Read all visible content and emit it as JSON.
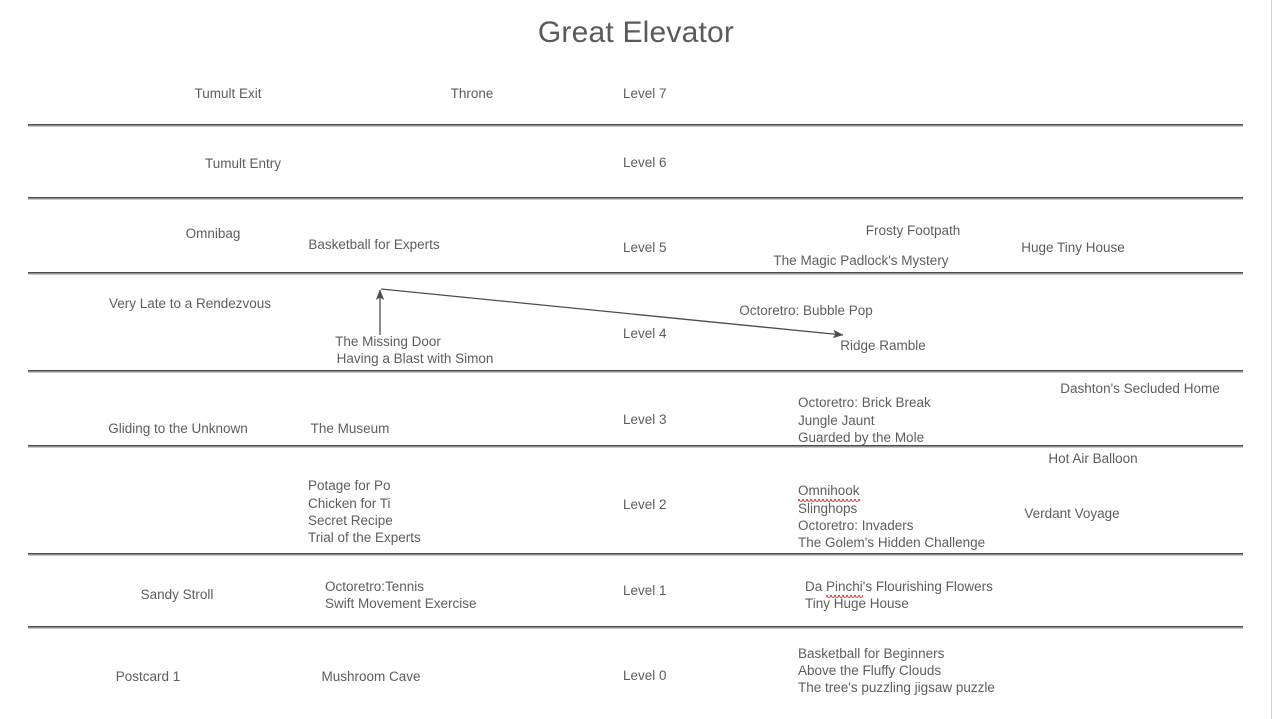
{
  "document": {
    "title": "Great Elevator"
  },
  "colors": {
    "text": "#5d5d5d",
    "title": "#5a5a5a",
    "rule": "#8d8d8d",
    "arrow": "#4d4d4d",
    "spellcheck_underline": "#e05a5a",
    "background": "#ffffff"
  },
  "levels": [
    {
      "label": "Level 7",
      "col1": [
        "Tumult Exit"
      ],
      "col2": [
        "Throne"
      ],
      "col4": [],
      "col5": []
    },
    {
      "label": "Level 6",
      "col1": [
        "Tumult Entry"
      ],
      "col2": [],
      "col4": [],
      "col5": []
    },
    {
      "label": "Level 5",
      "col1": [
        "Omnibag"
      ],
      "col2": [
        "Basketball for Experts"
      ],
      "col4": [
        "Frosty Footpath",
        "The Magic Padlock's Mystery"
      ],
      "col5": [
        "Huge Tiny House"
      ]
    },
    {
      "label": "Level 4",
      "col1": [
        "Very Late to a Rendezvous"
      ],
      "col2": [
        "The Missing Door",
        "Having a Blast with Simon"
      ],
      "col4": [
        "Octoretro: Bubble Pop",
        "Ridge Ramble"
      ],
      "col5": []
    },
    {
      "label": "Level 3",
      "col1": [
        "Gliding to the Unknown"
      ],
      "col2": [
        "The Museum"
      ],
      "col4": [
        "Octoretro: Brick Break",
        "Jungle Jaunt",
        "Guarded by the Mole"
      ],
      "col5": [
        "Dashton's Secluded Home"
      ]
    },
    {
      "label": "Level 2",
      "col1": [],
      "col2": [
        "Potage for Po",
        "Chicken for Ti",
        "Secret Recipe",
        "Trial of the Experts"
      ],
      "col4": [
        "Omnihook",
        "Slinghops",
        "Octoretro: Invaders",
        "The Golem's Hidden Challenge"
      ],
      "col5": [
        "Hot Air Balloon",
        "Verdant Voyage"
      ]
    },
    {
      "label": "Level 1",
      "col1": [
        "Sandy Stroll"
      ],
      "col2": [
        "Octoretro:Tennis",
        "Swift Movement Exercise"
      ],
      "col4": [
        "Da Pinchi's Flourishing Flowers",
        "Tiny Huge House"
      ],
      "col5": []
    },
    {
      "label": "Level 0",
      "col1": [
        "Postcard 1"
      ],
      "col2": [
        "Mushroom Cave"
      ],
      "col4": [
        "Basketball for Beginners",
        "Above the Fluffy Clouds",
        "The tree's puzzling jigsaw puzzle"
      ],
      "col5": []
    }
  ],
  "cells": {
    "tumult_exit": "Tumult Exit",
    "throne": "Throne",
    "level7": "Level 7",
    "tumult_entry": "Tumult Entry",
    "level6": "Level 6",
    "omnibag": "Omnibag",
    "basketball_experts": "Basketball for Experts",
    "level5": "Level 5",
    "frosty_footpath": "Frosty Footpath",
    "magic_padlock": "The Magic Padlock's Mystery",
    "huge_tiny_house": "Huge Tiny House",
    "very_late": "Very Late to a Rendezvous",
    "missing_door": "The Missing Door",
    "having_blast": "Having a Blast with Simon",
    "level4": "Level 4",
    "bubble_pop": "Octoretro: Bubble Pop",
    "ridge_ramble": "Ridge Ramble",
    "gliding": "Gliding to the Unknown",
    "museum": "The Museum",
    "level3": "Level 3",
    "brick_break": "Octoretro: Brick Break",
    "jungle_jaunt": "Jungle Jaunt",
    "guarded_mole": "Guarded by the Mole",
    "dashton": "Dashton's Secluded Home",
    "potage": "Potage for Po",
    "chicken": "Chicken for Ti",
    "secret_recipe": "Secret Recipe",
    "trial_experts": "Trial of the Experts",
    "level2": "Level 2",
    "omnihook": "Omnihook",
    "slinghops": "Slinghops",
    "invaders": "Octoretro: Invaders",
    "golem": "The Golem's Hidden Challenge",
    "hot_air_balloon": "Hot Air Balloon",
    "verdant_voyage": "Verdant Voyage",
    "sandy_stroll": "Sandy Stroll",
    "octoretro_tennis": "Octoretro:Tennis",
    "swift_movement": "Swift Movement Exercise",
    "level1": "Level 1",
    "da_pinchi_pre": "Da ",
    "da_pinchi_mis": "Pinchi",
    "da_pinchi_post": "'s Flourishing Flowers",
    "tiny_huge_house": "Tiny Huge House",
    "postcard1": "Postcard 1",
    "mushroom_cave": "Mushroom Cave",
    "level0": "Level 0",
    "basketball_beginners": "Basketball for Beginners",
    "above_clouds": "Above the Fluffy Clouds",
    "jigsaw": "The tree's puzzling jigsaw puzzle"
  },
  "annotations": {
    "arrow_up_label": "up-arrow-to-missing-door",
    "arrow_diagonal_label": "diagonal-arrow-missing-door-to-ridge-ramble"
  }
}
